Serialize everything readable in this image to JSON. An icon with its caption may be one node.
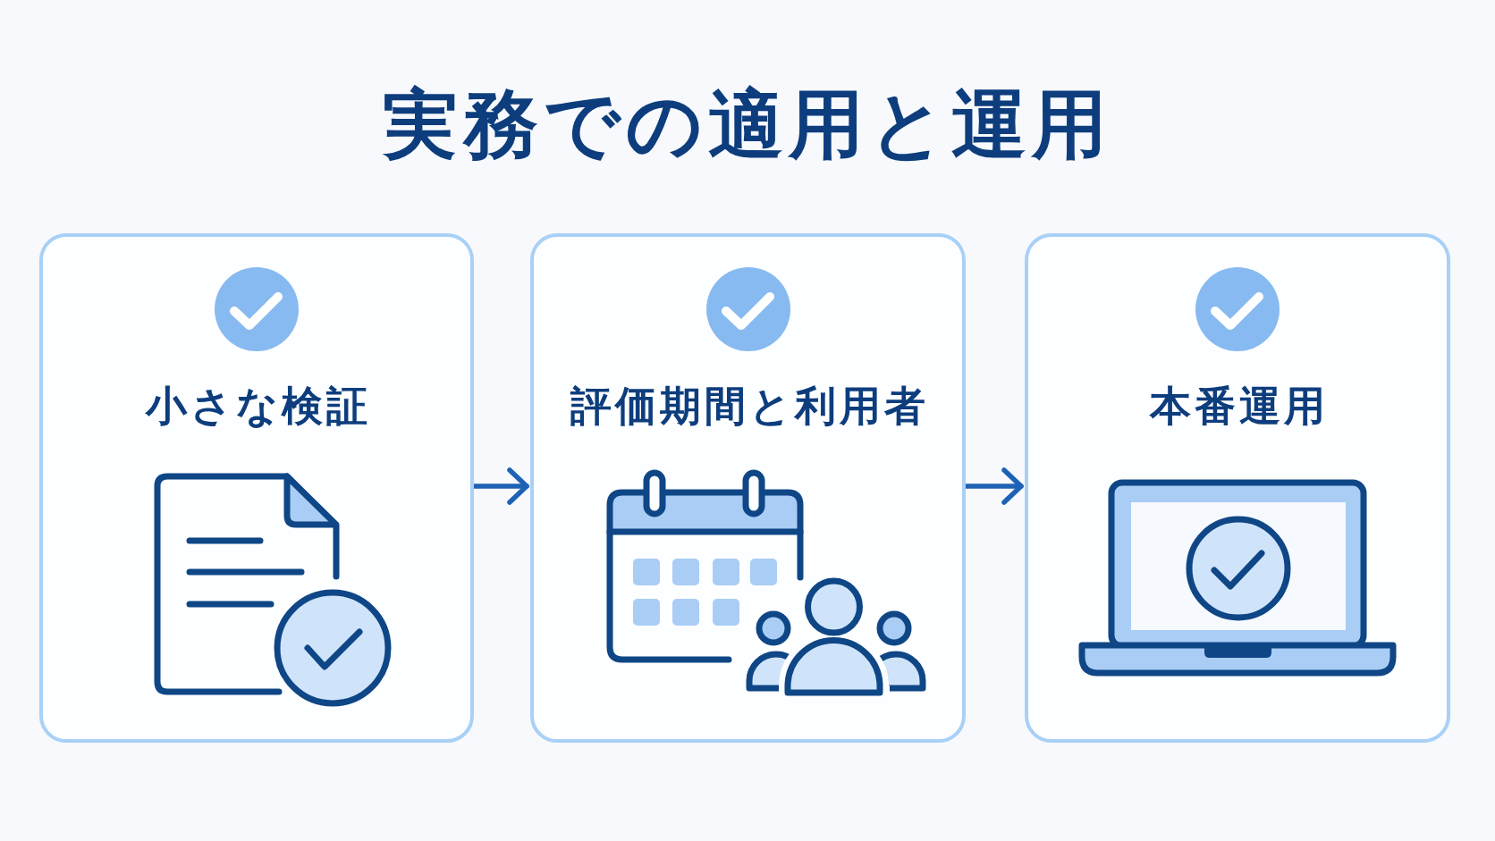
{
  "diagram": {
    "title": "実務での適用と運用",
    "nodes": [
      {
        "text": [
          "小さな検証"
        ]
      },
      {
        "text": [
          "評価期間と利用者"
        ]
      },
      {
        "text": [
          "本番運用"
        ]
      }
    ],
    "edges": [
      {
        "from": 0,
        "to": 1,
        "arrow": "to"
      },
      {
        "from": 1,
        "to": 2,
        "arrow": "to"
      }
    ]
  }
}
